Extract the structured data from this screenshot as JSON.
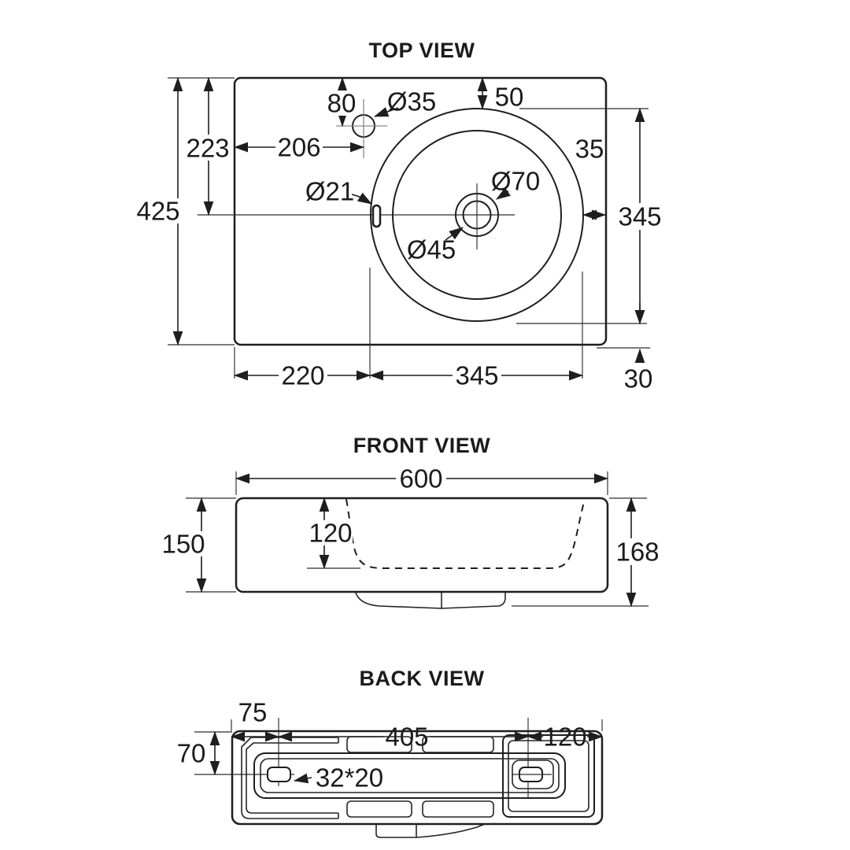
{
  "document": {
    "type": "technical-drawing",
    "background": "#ffffff",
    "line_color": "#1e1e1e"
  },
  "views": {
    "top": {
      "title": "TOP VIEW",
      "dims": {
        "tap_from_top": "80",
        "tap_hole_dia": "Ø35",
        "rim_from_top": "50",
        "center_from_top": "223",
        "tap_from_left": "206",
        "right_gap": "35",
        "overflow_dia": "Ø21",
        "drain_ring_dia": "Ø70",
        "drain_hole_dia": "Ø45",
        "overall_depth": "425",
        "bowl_extent_vertical": "345",
        "left_to_bowl": "220",
        "bowl_extent_horizontal": "345",
        "bowl_to_edge": "30"
      }
    },
    "front": {
      "title": "FRONT VIEW",
      "dims": {
        "overall_width": "600",
        "basin_inner_depth": "120",
        "left_height": "150",
        "right_height": "168"
      }
    },
    "back": {
      "title": "BACK VIEW",
      "dims": {
        "edge_to_slot": "75",
        "slot_spacing": "405",
        "slot_to_edge": "120",
        "top_to_slot_center": "70",
        "slot_size": "32*20"
      }
    }
  }
}
